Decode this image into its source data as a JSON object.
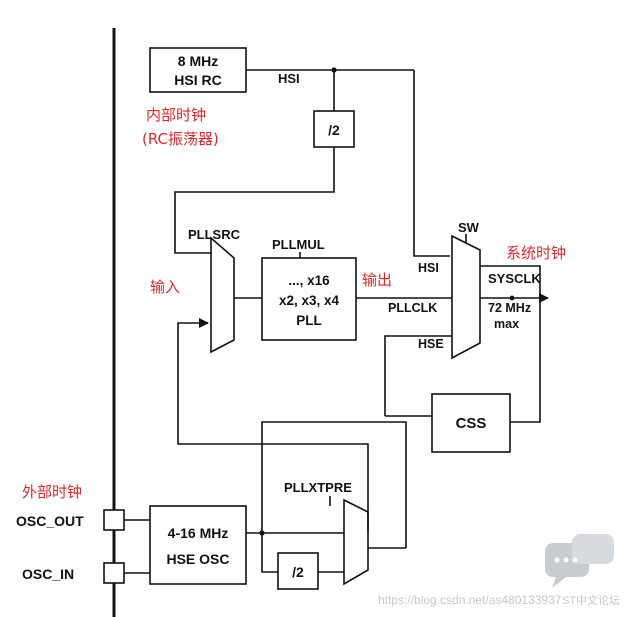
{
  "blocks": {
    "hsi_rc_line1": "8 MHz",
    "hsi_rc_line2": "HSI RC",
    "hsi_div": "/2",
    "pll_line1": "..., x16",
    "pll_line2": "x2, x3, x4",
    "pll_line3": "PLL",
    "css": "CSS",
    "hse_osc_line1": "4-16 MHz",
    "hse_osc_line2": "HSE OSC",
    "hse_div": "/2"
  },
  "signals": {
    "hsi": "HSI",
    "pllsrc": "PLLSRC",
    "pllmul": "PLLMUL",
    "sw": "SW",
    "sw_in_hsi": "HSI",
    "sw_in_pllclk": "PLLCLK",
    "sw_in_hse": "HSE",
    "sysclk": "SYSCLK",
    "sysclk_freq": "72 MHz",
    "sysclk_max": "max",
    "pllxtpre": "PLLXTPRE"
  },
  "pins": {
    "osc_out": "OSC_OUT",
    "osc_in": "OSC_IN"
  },
  "annotations": {
    "internal_clock": "内部时钟",
    "rc_oscillator": "(RC振荡器)",
    "input": "输入",
    "output": "输出",
    "system_clock": "系统时钟",
    "external_clock": "外部时钟"
  },
  "watermark": {
    "url": "https://blog.csdn.net/as480133937",
    "brand": "ST中文论坛"
  },
  "colors": {
    "line": "#111111",
    "annotation": "#d62b2b",
    "watermark": "#c4c8cc"
  }
}
